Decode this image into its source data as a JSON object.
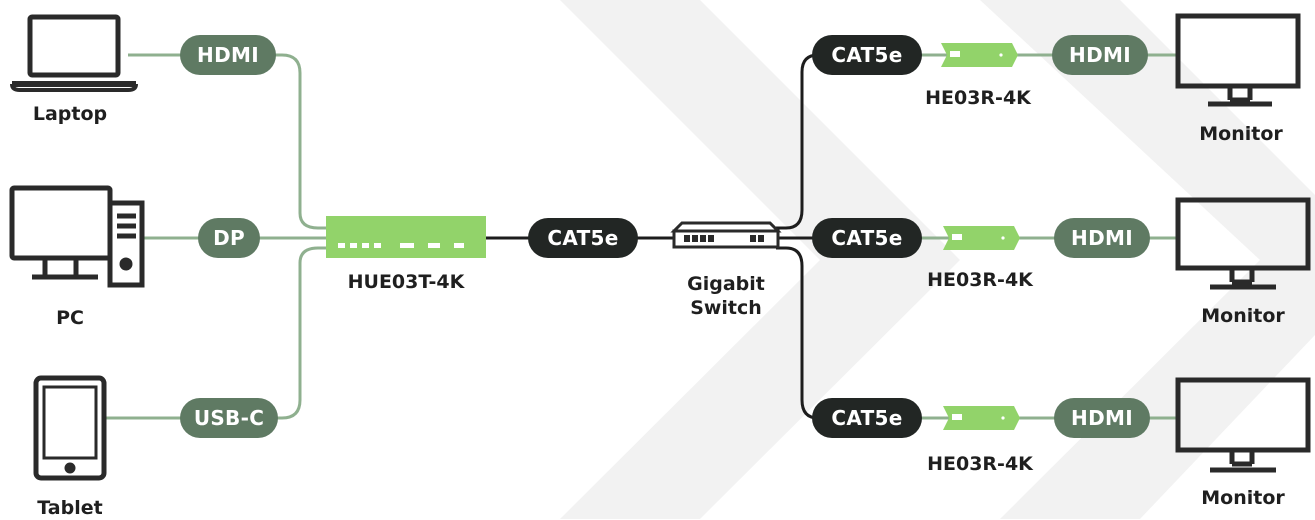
{
  "colors": {
    "line": "#8fb08f",
    "dark_line": "#1d1d1d",
    "pill_green": "#5f7a63",
    "pill_dark": "#222624",
    "device_green": "#92d36a",
    "background_shape": "#f1f1f1"
  },
  "sources": [
    {
      "label": "Laptop",
      "icon": "laptop-icon",
      "port": "HDMI"
    },
    {
      "label": "PC",
      "icon": "desktop-pc-icon",
      "port": "DP"
    },
    {
      "label": "Tablet",
      "icon": "tablet-icon",
      "port": "USB-C"
    }
  ],
  "transmitter": {
    "label": "HUE03T-4K"
  },
  "uplink_cable": {
    "label": "CAT5e"
  },
  "switch": {
    "label": "Gigabit\nSwitch",
    "icon": "network-switch-icon"
  },
  "receivers": [
    {
      "cable": "CAT5e",
      "device": "HE03R-4K",
      "port": "HDMI",
      "display": "Monitor",
      "icon": "monitor-icon"
    },
    {
      "cable": "CAT5e",
      "device": "HE03R-4K",
      "port": "HDMI",
      "display": "Monitor",
      "icon": "monitor-icon"
    },
    {
      "cable": "CAT5e",
      "device": "HE03R-4K",
      "port": "HDMI",
      "display": "Monitor",
      "icon": "monitor-icon"
    }
  ]
}
